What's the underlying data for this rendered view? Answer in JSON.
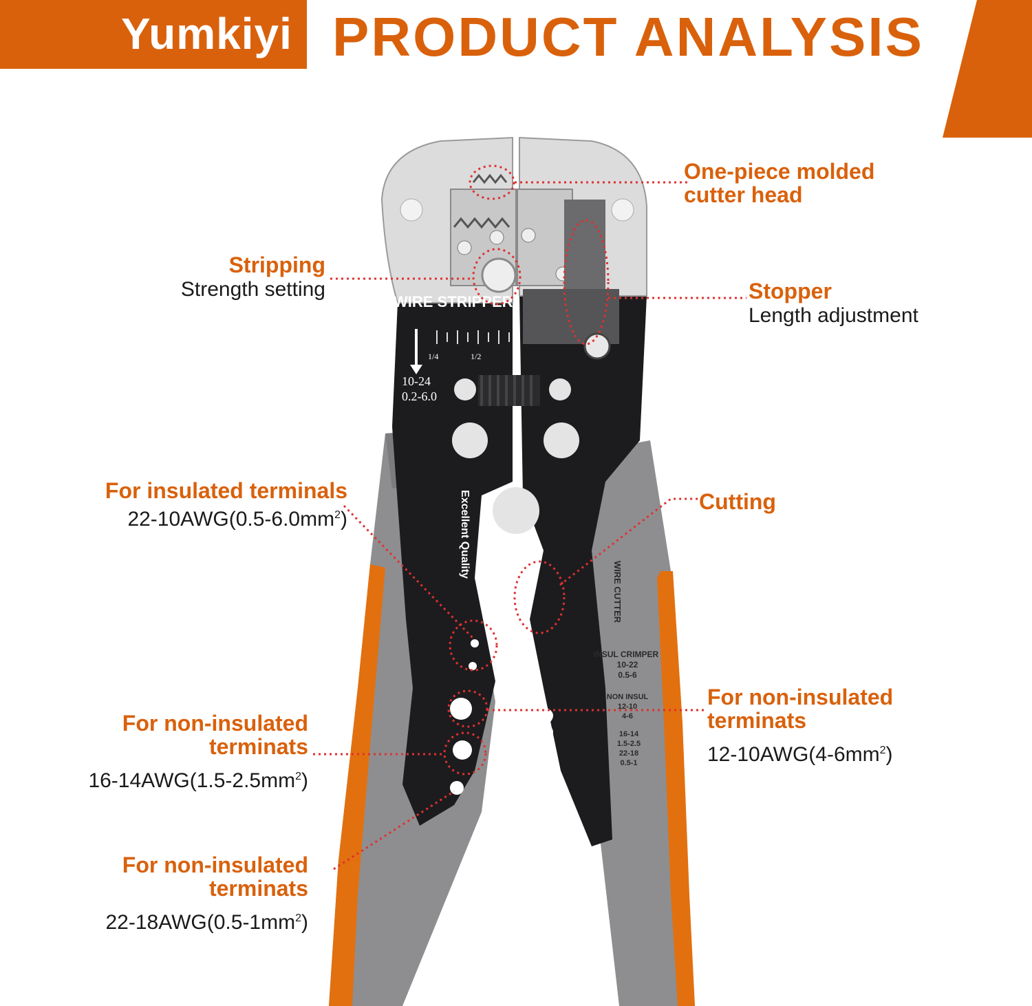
{
  "header": {
    "brand": "Yumkiyi",
    "title": "PRODUCT ANALYSIS"
  },
  "tool_text": {
    "wire_stripper": "WIRE STRIPPER",
    "range_awg": "10-24",
    "range_mm": "0.2-6.0",
    "scale_quarter": "1/4",
    "scale_half": "1/2",
    "excellent_quality": "Excellent Quality",
    "wire_cutter": "WIRE CUTTER",
    "insul_crimper": "INSUL CRIMPER",
    "insul_awg": "10-22",
    "insul_mm": "0.5-6",
    "non_insul": "NON INSUL",
    "ni_1": "12-10",
    "ni_2": "4-6",
    "ni_3": "16-14",
    "ni_4": "1.5-2.5",
    "ni_5": "22-18",
    "ni_6": "0.5-1"
  },
  "callouts": {
    "cutter_head": {
      "title_1": "One-piece molded",
      "title_2": "cutter head"
    },
    "stripping": {
      "title": "Stripping",
      "sub": "Strength setting"
    },
    "stopper": {
      "title": "Stopper",
      "sub": "Length adjustment"
    },
    "insulated": {
      "title": "For insulated terminals",
      "sub": "22-10AWG(0.5-6.0mm",
      "sup": "2",
      "close": ")"
    },
    "cutting": {
      "title": "Cutting"
    },
    "non_ins_right": {
      "title_1": "For non-insulated",
      "title_2": "terminats",
      "sub": "12-10AWG(4-6mm",
      "sup": "2",
      "close": ")"
    },
    "non_ins_left_1": {
      "title_1": "For non-insulated",
      "title_2": "terminats",
      "sub": "16-14AWG(1.5-2.5mm",
      "sup": "2",
      "close": ")"
    },
    "non_ins_left_2": {
      "title_1": "For non-insulated",
      "title_2": "terminats",
      "sub": "22-18AWG(0.5-1mm",
      "sup": "2",
      "close": ")"
    }
  },
  "colors": {
    "accent": "#d9610c",
    "callout_line": "#e03030",
    "handle_grey": "#8e8e90",
    "handle_orange": "#e2700f",
    "tool_black": "#1c1c1e",
    "jaw_silver": "#dcdcdc"
  }
}
